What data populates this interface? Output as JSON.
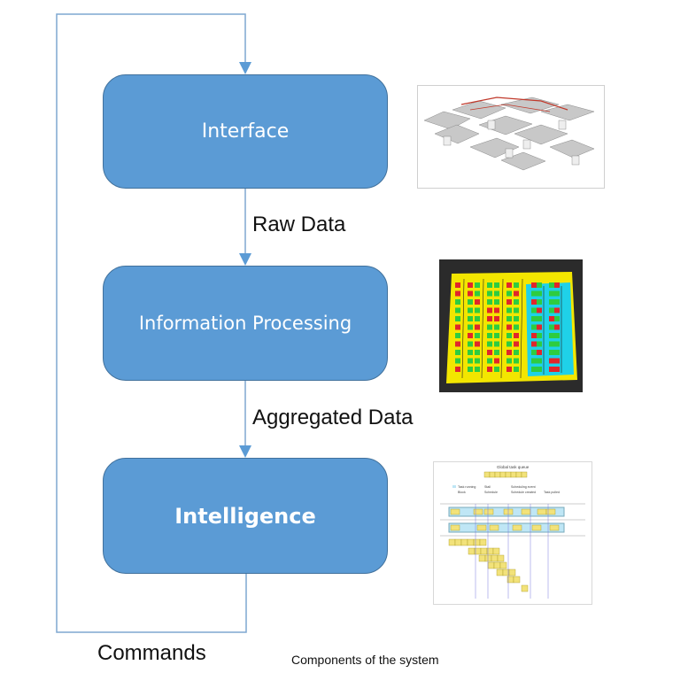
{
  "boxes": {
    "interface": "Interface",
    "information_processing": "Information Processing",
    "intelligence": "Intelligence"
  },
  "arrows": {
    "raw_data": "Raw Data",
    "aggregated_data": "Aggregated Data",
    "commands": "Commands"
  },
  "caption": "Components of the system",
  "colors": {
    "box_fill": "#5b9bd5",
    "box_border": "#41719c",
    "line": "#5b9bd5"
  },
  "images": {
    "interface": "factory-3d-render",
    "information_processing": "warehouse-grid-map",
    "intelligence": "task-scheduling-chart"
  },
  "schedule_legend": {
    "header": "Global task queue",
    "items": [
      "Task running",
      "Block",
      "Stall",
      "Schedule",
      "Scheduling event",
      "Schedule created",
      "Task pulled"
    ]
  }
}
